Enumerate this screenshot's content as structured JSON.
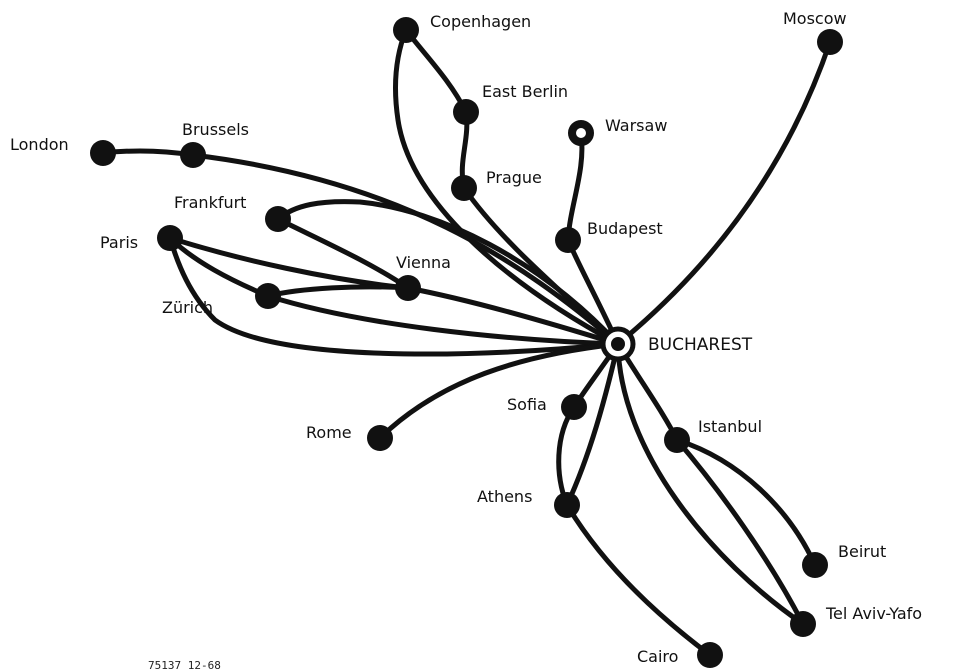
{
  "map": {
    "hub": {
      "name": "BUCHAREST"
    },
    "cities": {
      "copenhagen": "Copenhagen",
      "moscow": "Moscow",
      "east_berlin": "East Berlin",
      "warsaw": "Warsaw",
      "london": "London",
      "brussels": "Brussels",
      "prague": "Prague",
      "frankfurt": "Frankfurt",
      "budapest": "Budapest",
      "paris": "Paris",
      "vienna": "Vienna",
      "zurich": "Zürich",
      "sofia": "Sofia",
      "rome": "Rome",
      "istanbul": "Istanbul",
      "athens": "Athens",
      "beirut": "Beirut",
      "tel_aviv": "Tel Aviv-Yafo",
      "cairo": "Cairo"
    },
    "reference_code": "75137  12-68"
  }
}
